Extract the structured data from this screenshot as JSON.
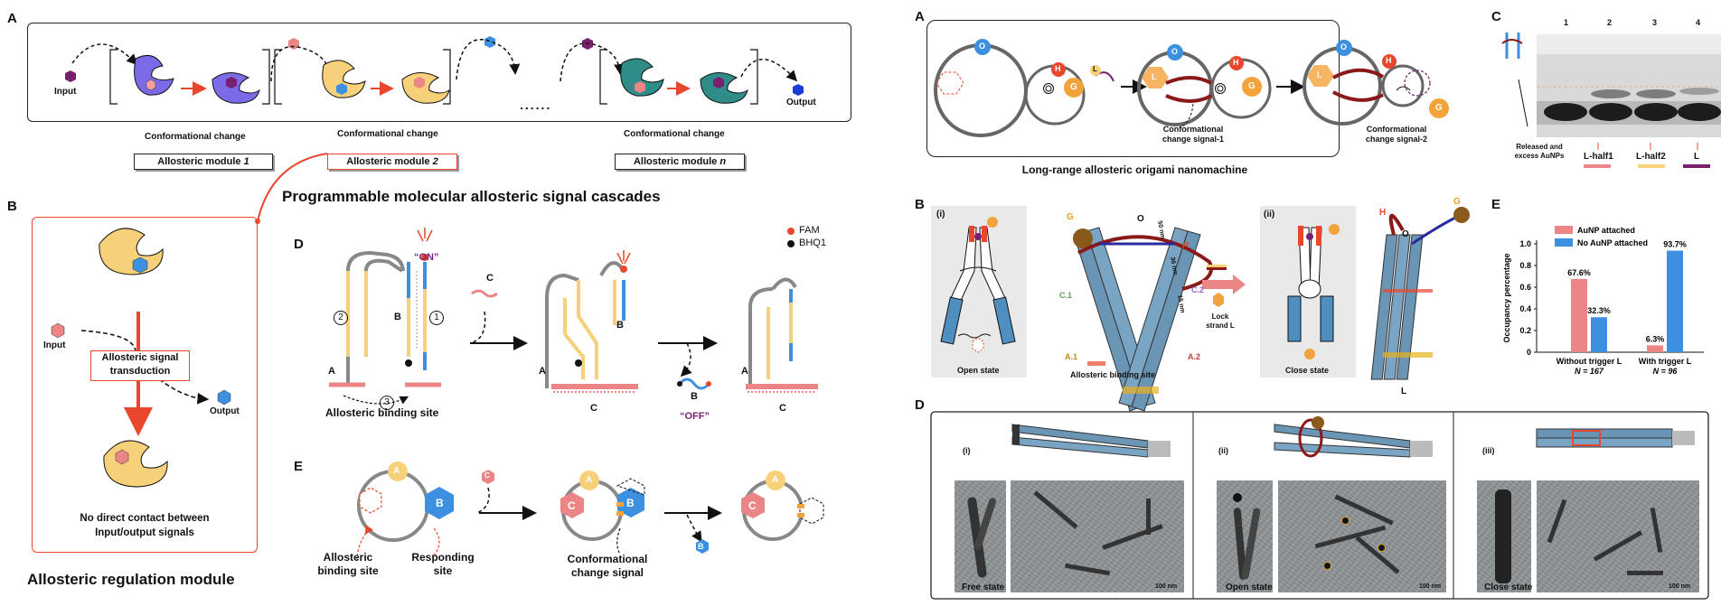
{
  "panels": {
    "A_left": "A",
    "B_left": "B",
    "D_left": "D",
    "E_left": "E",
    "A_right": "A",
    "B_right": "B",
    "C_right": "C",
    "D_right": "D",
    "E_right": "E"
  },
  "left": {
    "cascade": {
      "input": "Input",
      "output": "Output",
      "conf1": "Conformational change",
      "conf2": "Conformational change",
      "conf3": "Conformational change",
      "dots": "......",
      "mod1": "Allosteric module ",
      "mod1_n": "1",
      "mod2": "Allosteric module ",
      "mod2_n": "2",
      "modn": "Allosteric module ",
      "modn_n": "n"
    },
    "title": "Programmable molecular allosteric signal cascades",
    "regulation": {
      "input": "Input",
      "output": "Output",
      "transduction_1": "Allosteric signal",
      "transduction_2": "transduction",
      "note_1": "No direct  contact between",
      "note_2": "Input/output signals",
      "caption": "Allosteric regulation module"
    },
    "hairpin": {
      "legend_fam": "FAM",
      "legend_bhq": "BHQ1",
      "on": "“ON”",
      "off": "“OFF”",
      "n1": "1",
      "n2": "2",
      "n3": "3",
      "a": "A",
      "b": "B",
      "c": "C",
      "site": "Allosteric binding site"
    },
    "ring": {
      "a": "A",
      "b": "B",
      "c": "C",
      "site_1": "Allosteric",
      "site_2": "binding site",
      "resp_1": "Responding",
      "resp_2": "site",
      "conf_1": "Conformational",
      "conf_2": "change signal"
    }
  },
  "right": {
    "nano": {
      "o": "O",
      "h": "H",
      "g": "G",
      "l": "L",
      "sig1_1": "Conformational",
      "sig1_2": "change signal-1",
      "sig2_1": "Conformational",
      "sig2_2": "change signal-2",
      "caption": "Long-range allosteric origami nanomachine"
    },
    "gel": {
      "lanes": [
        "1",
        "2",
        "3",
        "4"
      ],
      "released_1": "Released and",
      "released_2": "excess AuNPs",
      "l_half1": "L-half1",
      "l_half2": "L-half2",
      "l": "L"
    },
    "origami": {
      "i": "(i)",
      "ii": "(ii)",
      "open": "Open state",
      "close": "Close state",
      "site": "Allosteric binding site",
      "lock_1": "Lock",
      "lock_2": "strand L",
      "g": "G",
      "o": "O",
      "h": "H",
      "l": "L",
      "c1": "C.1",
      "c2": "C.2",
      "a1": "A.1",
      "a2": "A.2",
      "d50": "50 nm",
      "d36": "36 nm",
      "d15": "15 nm"
    },
    "tem": {
      "i": "(i)",
      "ii": "(ii)",
      "iii": "(iii)",
      "free": "Free state",
      "open": "Open state",
      "close": "Close state",
      "scale": "100 nm"
    }
  },
  "chart_data": {
    "type": "bar",
    "categories": [
      "Without trigger L",
      "With trigger L"
    ],
    "category_n": [
      "N = 167",
      "N = 96"
    ],
    "series": [
      {
        "name": "AuNP attached",
        "color": "#ec8585",
        "values": [
          0.676,
          0.063
        ],
        "labels": [
          "67.6%",
          "6.3%"
        ]
      },
      {
        "name": "No AuNP attached",
        "color": "#3d8fe0",
        "values": [
          0.323,
          0.937
        ],
        "labels": [
          "32.3%",
          "93.7%"
        ]
      }
    ],
    "ylabel": "Occupancy percentage",
    "ylim": [
      0,
      1.0
    ],
    "yticks": [
      "0",
      "0.2",
      "0.4",
      "0.6",
      "0.8",
      "1.0"
    ]
  }
}
